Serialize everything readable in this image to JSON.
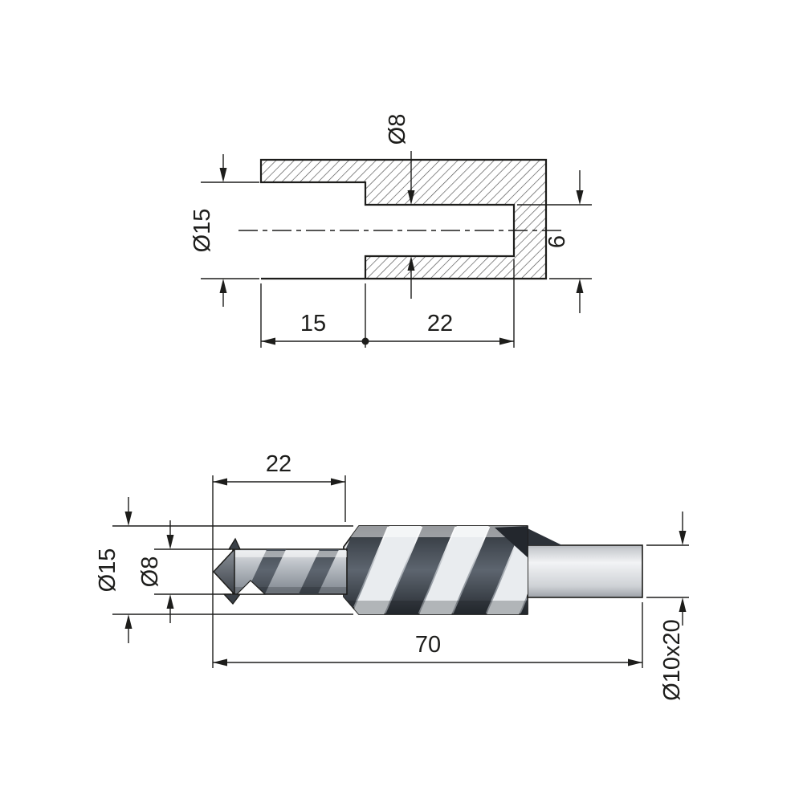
{
  "top_view": {
    "counterbore_diameter": "Ø15",
    "pilot_diameter": "Ø8",
    "counterbore_depth": "15",
    "pilot_depth": "22",
    "side_dim": "6"
  },
  "bottom_view": {
    "tip_length": "22",
    "body_diameter": "Ø15",
    "tip_diameter": "Ø8",
    "total_length": "70",
    "shank_dim": "Ø10x20"
  },
  "colors": {
    "line": "#1d1d1b",
    "hatch": "#4d4d4d",
    "metal_light": "#f2f3f5",
    "metal_dark": "#2c3138"
  }
}
